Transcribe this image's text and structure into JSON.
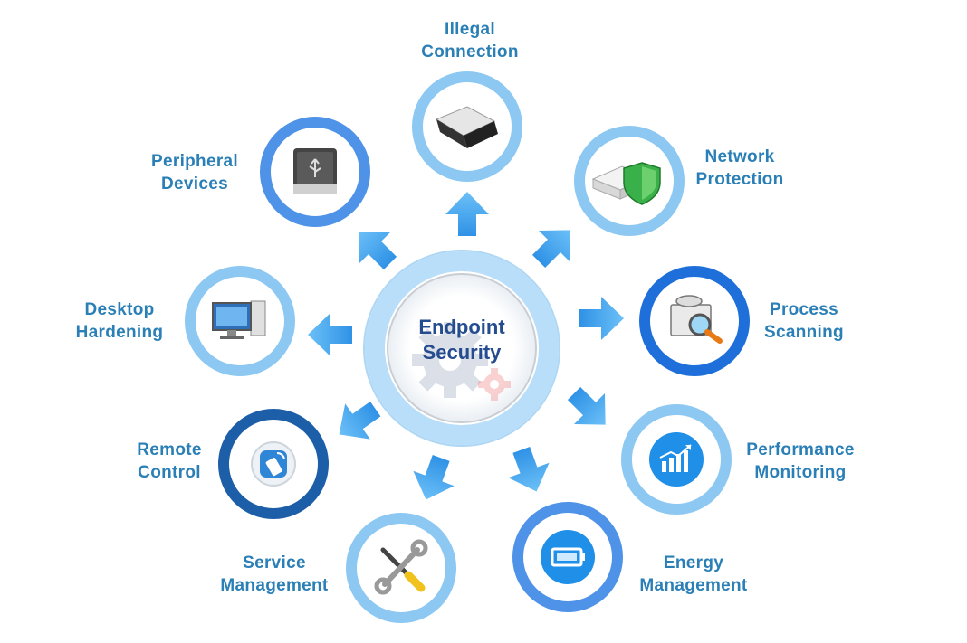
{
  "center": {
    "line1": "Endpoint",
    "line2": "Security"
  },
  "nodes": [
    {
      "id": "illegal-connection",
      "line1": "Illegal",
      "line2": "Connection",
      "icon": "usb-dongle-icon"
    },
    {
      "id": "network-protection",
      "line1": "Network",
      "line2": "Protection",
      "icon": "router-shield-icon"
    },
    {
      "id": "process-scanning",
      "line1": "Process",
      "line2": "Scanning",
      "icon": "disk-magnifier-icon"
    },
    {
      "id": "performance-monitoring",
      "line1": "Performance",
      "line2": "Monitoring",
      "icon": "bar-chart-trend-icon"
    },
    {
      "id": "energy-management",
      "line1": "Energy",
      "line2": "Management",
      "icon": "battery-icon"
    },
    {
      "id": "service-management",
      "line1": "Service",
      "line2": "Management",
      "icon": "wrench-screwdriver-icon"
    },
    {
      "id": "remote-control",
      "line1": "Remote",
      "line2": "Control",
      "icon": "remote-control-icon"
    },
    {
      "id": "desktop-hardening",
      "line1": "Desktop",
      "line2": "Hardening",
      "icon": "desktop-computer-icon"
    },
    {
      "id": "peripheral-devices",
      "line1": "Peripheral",
      "line2": "Devices",
      "icon": "usb-drive-icon"
    }
  ],
  "colors": {
    "label_text": "#2a7fb6",
    "center_text": "#254c8f",
    "ring_light": "#8cc8f2",
    "ring_mid": "#4e93e8",
    "ring_dark": "#1d5ea8",
    "arrow": "#3aa2ef"
  }
}
